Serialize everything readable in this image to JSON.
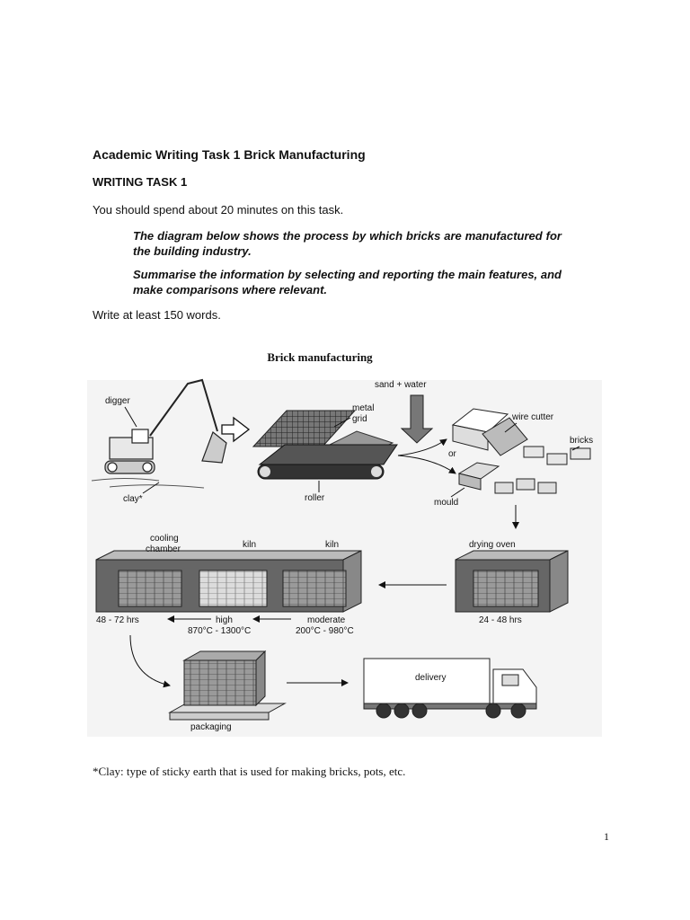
{
  "document": {
    "heading": "Academic Writing Task 1 Brick Manufacturing",
    "task_label": "WRITING TASK 1",
    "instruction_time": "You should spend about 20 minutes on this task.",
    "prompt_1": "The diagram below shows the process by which bricks are manufactured for the building industry.",
    "prompt_2": "Summarise the information by selecting and reporting the main features, and make comparisons where relevant.",
    "instruction_words": "Write at least 150 words.",
    "footnote": "*Clay:  type of sticky earth that is used for making bricks, pots, etc.",
    "page_number": "1"
  },
  "diagram": {
    "title": "Brick manufacturing",
    "labels": {
      "digger": "digger",
      "clay": "clay*",
      "metal_grid_1": "metal",
      "metal_grid_2": "grid",
      "roller": "roller",
      "sand_water": "sand + water",
      "wire_cutter": "wire cutter",
      "or": "or",
      "bricks": "bricks",
      "mould": "mould",
      "cooling_1": "cooling",
      "cooling_2": "chamber",
      "kiln_1": "kiln",
      "kiln_2": "kiln",
      "drying_oven": "drying oven",
      "cooling_time": "48 - 72 hrs",
      "high": "high",
      "high_temp": "870°C - 1300°C",
      "moderate": "moderate",
      "moderate_temp": "200°C - 980°C",
      "drying_time": "24 - 48 hrs",
      "packaging": "packaging",
      "delivery": "delivery"
    }
  }
}
